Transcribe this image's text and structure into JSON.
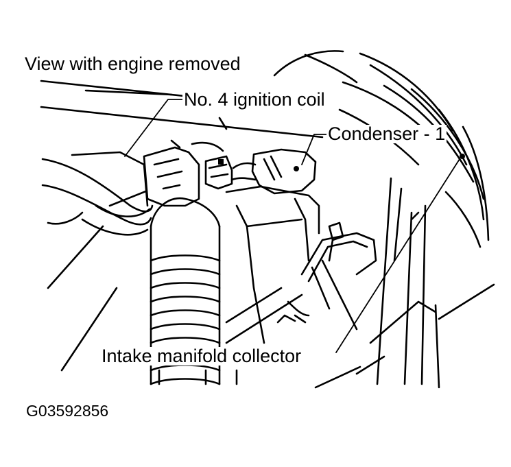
{
  "figure": {
    "title": "View with engine removed",
    "figure_code": "G03592856",
    "callouts": {
      "ignition_coil": "No. 4 ignition coil",
      "condenser": "Condenser - 1",
      "intake_manifold": "Intake manifold collector"
    },
    "colors": {
      "line": "#000000",
      "background": "#ffffff"
    }
  }
}
